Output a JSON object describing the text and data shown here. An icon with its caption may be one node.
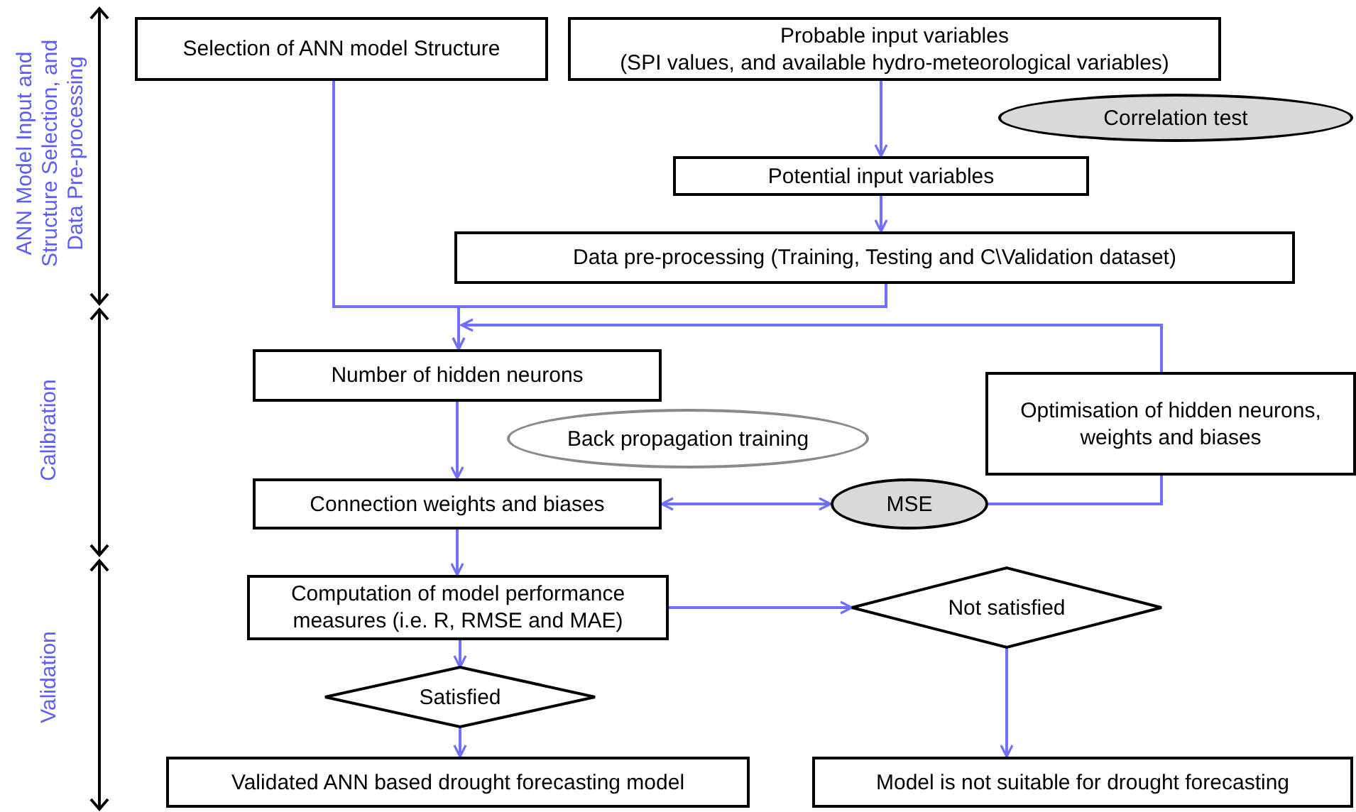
{
  "diagram": {
    "nodes": [
      {
        "text": [
          "Selection of ANN model Structure"
        ]
      },
      {
        "text": [
          "Probable input variables",
          "(SPI values, and available hydro-meteorological variables)"
        ]
      },
      {
        "text": [
          "Correlation test"
        ]
      },
      {
        "text": [
          "Potential input variables"
        ]
      },
      {
        "text": [
          "Data pre-processing (Training, Testing and C\\Validation dataset)"
        ]
      },
      {
        "text": [
          "Number of hidden neurons"
        ]
      },
      {
        "text": [
          "Optimisation of hidden neurons, weights and biases"
        ]
      },
      {
        "text": [
          "Back propagation training"
        ]
      },
      {
        "text": [
          "Connection weights and biases"
        ]
      },
      {
        "text": [
          "MSE"
        ]
      },
      {
        "text": [
          "Computation of model performance measures  (i.e. R, RMSE and MAE)"
        ]
      },
      {
        "text": [
          "Not satisfied"
        ]
      },
      {
        "text": [
          "Satisfied"
        ]
      },
      {
        "text": [
          "Validated ANN based drought forecasting model"
        ]
      },
      {
        "text": [
          "Model is not suitable for drought forecasting"
        ]
      }
    ],
    "edges": [
      {
        "from": 1,
        "to": 3,
        "arrow": "to"
      },
      {
        "from": 3,
        "to": 4,
        "arrow": "to"
      },
      {
        "from": 0,
        "to": 5,
        "arrow": "to"
      },
      {
        "from": 4,
        "to": 5,
        "arrow": "to"
      },
      {
        "from": 6,
        "to": 5,
        "arrow": "to"
      },
      {
        "from": 5,
        "to": 8,
        "arrow": "to"
      },
      {
        "from": 8,
        "to": 9,
        "arrow": "both"
      },
      {
        "from": 9,
        "to": 6,
        "arrow": "none"
      },
      {
        "from": 8,
        "to": 10,
        "arrow": "to"
      },
      {
        "from": 10,
        "to": 11,
        "arrow": "to"
      },
      {
        "from": 10,
        "to": 12,
        "arrow": "to"
      },
      {
        "from": 12,
        "to": 13,
        "arrow": "to"
      },
      {
        "from": 11,
        "to": 14,
        "arrow": "to"
      }
    ],
    "labels": [
      "ANN Model Input and Structure Selection, and Data Pre-processing",
      "Calibration",
      "Validation"
    ]
  }
}
